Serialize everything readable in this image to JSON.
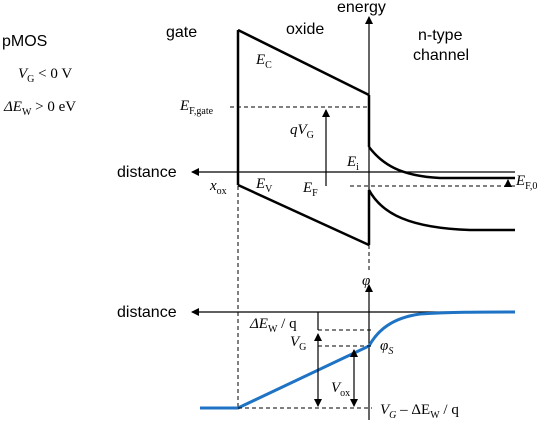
{
  "headings": {
    "device": "pMOS",
    "gate": "gate",
    "oxide": "oxide",
    "energy": "energy",
    "channel_line1": "n-type",
    "channel_line2": "channel"
  },
  "conditions": {
    "vg_sym": "V",
    "vg_sub": "G",
    "vg_rel": " < 0 V",
    "dew_sym": "ΔE",
    "dew_sub": "W",
    "dew_rel": " > 0 eV"
  },
  "band_diagram": {
    "axis_label": "distance",
    "ec_sym": "E",
    "ec_sub": "C",
    "ev_sym": "E",
    "ev_sub": "V",
    "efgate_sym": "E",
    "efgate_sub": "F,gate",
    "qvg_q": "q",
    "qvg_sym": "V",
    "qvg_sub": "G",
    "ei_sym": "E",
    "ei_sub": "i",
    "ef_sym": "E",
    "ef_sub": "F",
    "ef0_sym": "E",
    "ef0_sub": "F,0",
    "xox_sym": "x",
    "xox_sub": "ox"
  },
  "potential_diagram": {
    "axis_label": "distance",
    "phi_label": "φ",
    "dew_q_sym": "ΔE",
    "dew_q_sub": "W",
    "dew_q_tail": " / q",
    "vg_sym": "V",
    "vg_sub": "G",
    "phis_sym": "φ",
    "phis_sub": "S",
    "vox_sym": "V",
    "vox_sub": "ox",
    "bottom_sym": "V",
    "bottom_sub": "G",
    "bottom_tail": " – ΔE",
    "bottom_sub2": "W",
    "bottom_tail2": " / q"
  },
  "colors": {
    "potential_curve": "#1f73c4",
    "lines": "#000000"
  }
}
